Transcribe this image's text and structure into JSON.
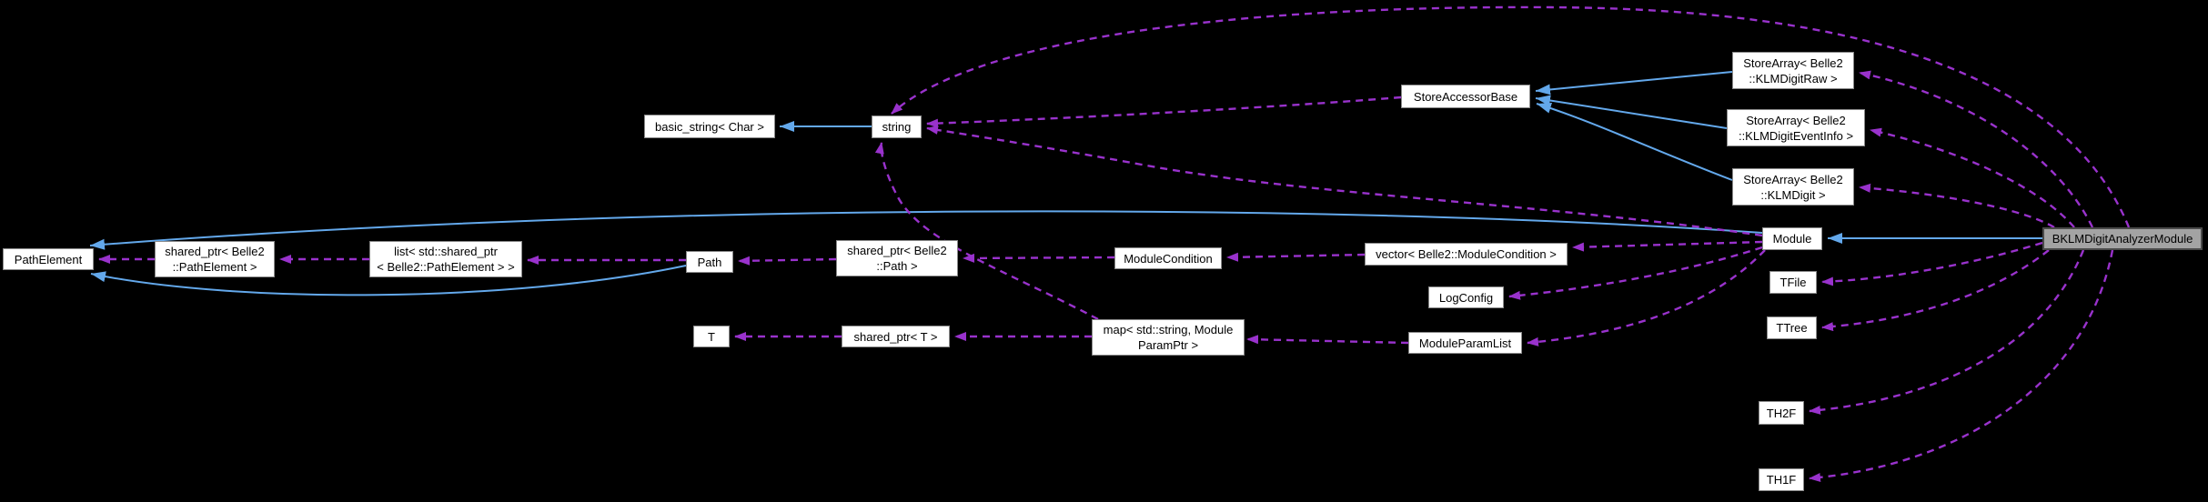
{
  "diagram": {
    "kind": "collaboration-graph",
    "selected_node": "BKLMDigitAnalyzerModule",
    "colors": {
      "background": "#000000",
      "node_fill": "#ffffff",
      "node_border": "#8a8a8a",
      "selected_node_fill": "#a3a3a3",
      "selected_node_border": "#4a4a4a",
      "inheritance_edge": "#63a8eb",
      "usage_edge": "#9932cc",
      "text": "#000000"
    },
    "nodes": [
      {
        "id": "pathelement",
        "label": "PathElement"
      },
      {
        "id": "sp_pathelement",
        "label": "shared_ptr< Belle2\n::PathElement >"
      },
      {
        "id": "list_sp_pathelement",
        "label": "list< std::shared_ptr\n< Belle2::PathElement > >"
      },
      {
        "id": "basic_string",
        "label": "basic_string< Char >"
      },
      {
        "id": "string",
        "label": "string"
      },
      {
        "id": "path",
        "label": "Path"
      },
      {
        "id": "sp_path",
        "label": "shared_ptr< Belle2\n::Path >"
      },
      {
        "id": "t",
        "label": "T"
      },
      {
        "id": "sp_t",
        "label": "shared_ptr< T >"
      },
      {
        "id": "map_paramptr",
        "label": "map< std::string, Module\nParamPtr >"
      },
      {
        "id": "modulecondition",
        "label": "ModuleCondition"
      },
      {
        "id": "vector_modulecondition",
        "label": "vector< Belle2::ModuleCondition >"
      },
      {
        "id": "logconfig",
        "label": "LogConfig"
      },
      {
        "id": "moduleparamlist",
        "label": "ModuleParamList"
      },
      {
        "id": "storeaccessorbase",
        "label": "StoreAccessorBase"
      },
      {
        "id": "storearray_klmdigitraw",
        "label": "StoreArray< Belle2\n::KLMDigitRaw >"
      },
      {
        "id": "storearray_klmdigiteventinfo",
        "label": "StoreArray< Belle2\n::KLMDigitEventInfo >"
      },
      {
        "id": "storearray_klmdigit",
        "label": "StoreArray< Belle2\n::KLMDigit >"
      },
      {
        "id": "module",
        "label": "Module"
      },
      {
        "id": "tfile",
        "label": "TFile"
      },
      {
        "id": "ttree",
        "label": "TTree"
      },
      {
        "id": "th2f",
        "label": "TH2F"
      },
      {
        "id": "th1f",
        "label": "TH1F"
      },
      {
        "id": "bklmdigitanalyzermodule",
        "label": "BKLMDigitAnalyzerModule",
        "selected": true
      }
    ],
    "edges": [
      {
        "from": "string",
        "to": "basic_string",
        "type": "inheritance"
      },
      {
        "from": "storearray_klmdigitraw",
        "to": "storeaccessorbase",
        "type": "inheritance"
      },
      {
        "from": "storearray_klmdigiteventinfo",
        "to": "storeaccessorbase",
        "type": "inheritance"
      },
      {
        "from": "storearray_klmdigit",
        "to": "storeaccessorbase",
        "type": "inheritance"
      },
      {
        "from": "bklmdigitanalyzermodule",
        "to": "module",
        "type": "inheritance"
      },
      {
        "from": "module",
        "to": "pathelement",
        "type": "inheritance"
      },
      {
        "from": "path",
        "to": "pathelement",
        "type": "inheritance"
      },
      {
        "from": "sp_pathelement",
        "to": "pathelement",
        "type": "usage"
      },
      {
        "from": "list_sp_pathelement",
        "to": "sp_pathelement",
        "type": "usage"
      },
      {
        "from": "path",
        "to": "list_sp_pathelement",
        "type": "usage"
      },
      {
        "from": "sp_path",
        "to": "path",
        "type": "usage"
      },
      {
        "from": "modulecondition",
        "to": "sp_path",
        "type": "usage"
      },
      {
        "from": "vector_modulecondition",
        "to": "modulecondition",
        "type": "usage"
      },
      {
        "from": "module",
        "to": "vector_modulecondition",
        "type": "usage"
      },
      {
        "from": "module",
        "to": "logconfig",
        "type": "usage"
      },
      {
        "from": "module",
        "to": "moduleparamlist",
        "type": "usage"
      },
      {
        "from": "module",
        "to": "string",
        "type": "usage"
      },
      {
        "from": "storeaccessorbase",
        "to": "string",
        "type": "usage"
      },
      {
        "from": "map_paramptr",
        "to": "string",
        "type": "usage"
      },
      {
        "from": "map_paramptr",
        "to": "sp_t",
        "type": "usage"
      },
      {
        "from": "sp_t",
        "to": "t",
        "type": "usage"
      },
      {
        "from": "moduleparamlist",
        "to": "map_paramptr",
        "type": "usage"
      },
      {
        "from": "bklmdigitanalyzermodule",
        "to": "string",
        "type": "usage"
      },
      {
        "from": "bklmdigitanalyzermodule",
        "to": "storearray_klmdigitraw",
        "type": "usage"
      },
      {
        "from": "bklmdigitanalyzermodule",
        "to": "storearray_klmdigiteventinfo",
        "type": "usage"
      },
      {
        "from": "bklmdigitanalyzermodule",
        "to": "storearray_klmdigit",
        "type": "usage"
      },
      {
        "from": "bklmdigitanalyzermodule",
        "to": "tfile",
        "type": "usage"
      },
      {
        "from": "bklmdigitanalyzermodule",
        "to": "ttree",
        "type": "usage"
      },
      {
        "from": "bklmdigitanalyzermodule",
        "to": "th2f",
        "type": "usage"
      },
      {
        "from": "bklmdigitanalyzermodule",
        "to": "th1f",
        "type": "usage"
      }
    ]
  }
}
